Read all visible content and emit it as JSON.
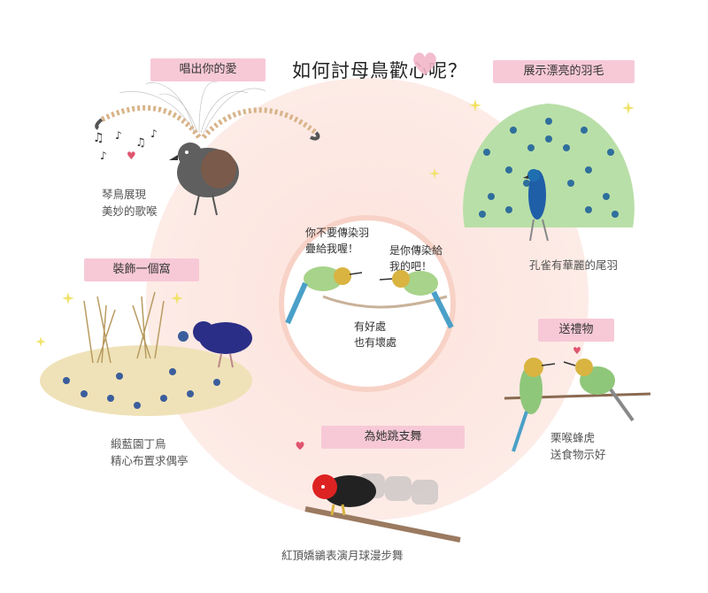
{
  "title": "如何討母鳥歡心呢？",
  "center": {
    "left_text": "你不要傳染羽\n疊給我喔！",
    "right_text": "是你傳染給\n我的吧！",
    "bottom_text": "有好處\n也有壞處"
  },
  "sections": {
    "sing": {
      "label": "唱出你的愛",
      "caption": "琴鳥展現\n美妙的歌喉"
    },
    "feathers": {
      "label": "展示漂亮的羽毛",
      "caption": "孔雀有華麗的尾羽"
    },
    "nest": {
      "label": "裝飾一個窩",
      "caption": "緞藍園丁鳥\n精心布置求偶亭"
    },
    "gift": {
      "label": "送禮物",
      "caption": "栗喉蜂虎\n送食物示好"
    },
    "dance": {
      "label": "為她跳支舞",
      "caption": "紅頂嬌鶲表演月球漫步舞"
    }
  },
  "colors": {
    "label_bg": "#f7c9d7",
    "circle_bg": "#fde5df",
    "heart": "#e0556e"
  }
}
